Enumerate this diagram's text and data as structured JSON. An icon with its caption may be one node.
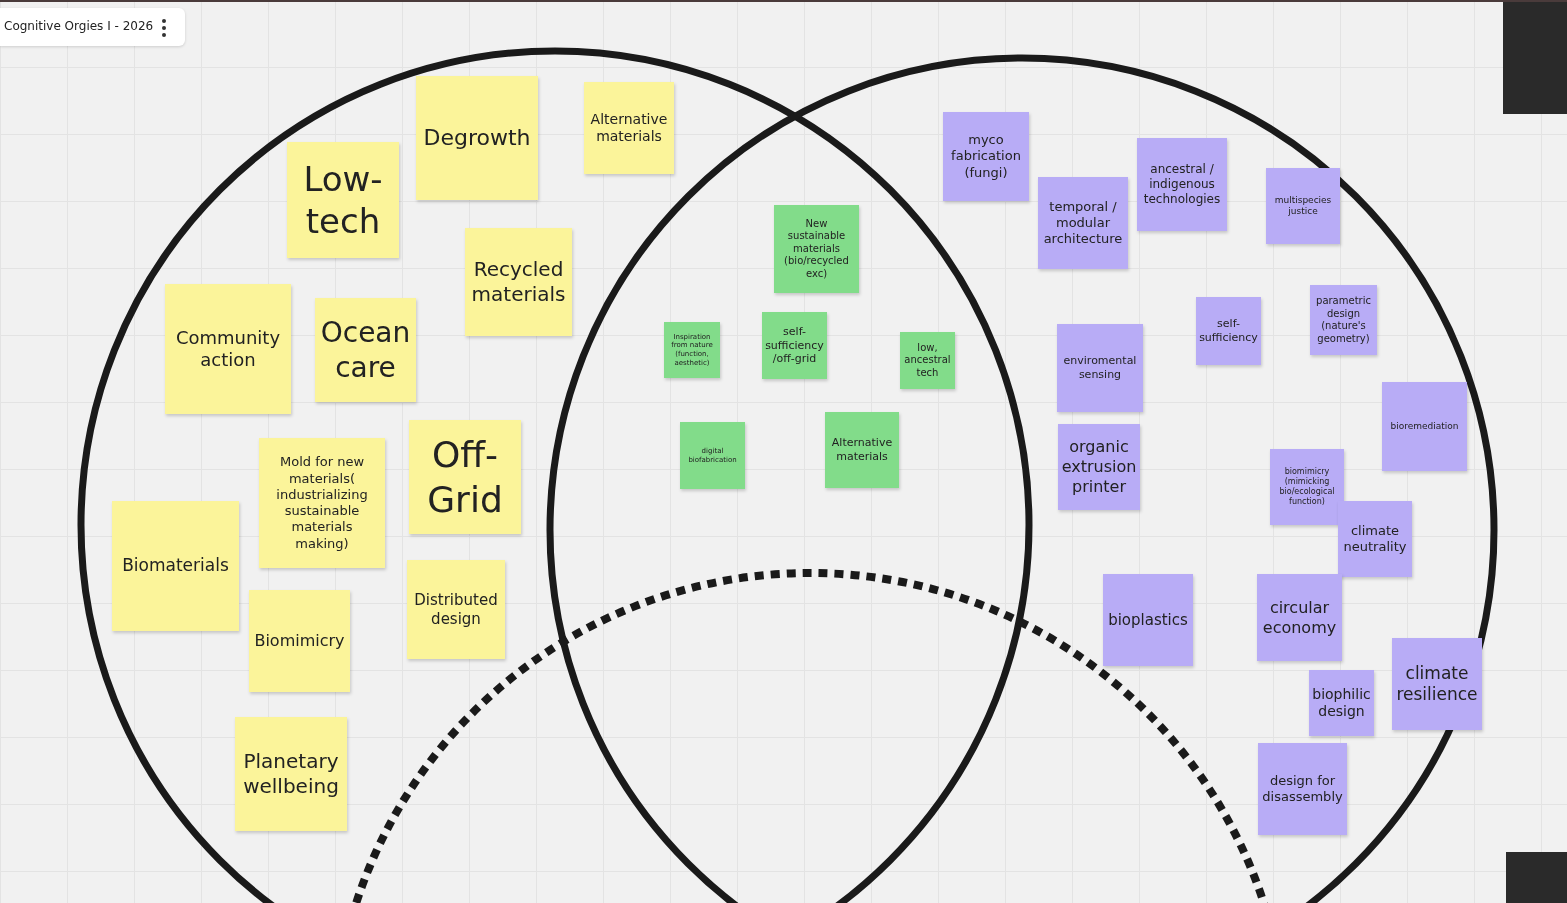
{
  "diagram": {
    "title": "Cognitive Orgies I - 2026",
    "nodes": [
      {
        "text": [
          "Degrowth"
        ]
      },
      {
        "text": [
          "Alternative materials"
        ]
      },
      {
        "text": [
          "Low-tech"
        ]
      },
      {
        "text": [
          "Recycled materials"
        ]
      },
      {
        "text": [
          "Community action"
        ]
      },
      {
        "text": [
          "Ocean care"
        ]
      },
      {
        "text": [
          "Off-Grid"
        ]
      },
      {
        "text": [
          "Mold for new materials( industrializing sustainable materials making)"
        ]
      },
      {
        "text": [
          "Biomaterials"
        ]
      },
      {
        "text": [
          "Distributed design"
        ]
      },
      {
        "text": [
          "Biomimicry"
        ]
      },
      {
        "text": [
          "Planetary wellbeing"
        ]
      },
      {
        "text": [
          "New sustainable materials (bio/recycled exc)"
        ]
      },
      {
        "text": [
          "Inspiration from nature (function, aesthetic)"
        ]
      },
      {
        "text": [
          "self-sufficiency /off-grid"
        ]
      },
      {
        "text": [
          "low, ancestral tech"
        ]
      },
      {
        "text": [
          "digital biofabrication"
        ]
      },
      {
        "text": [
          "Alternative materials"
        ]
      },
      {
        "text": [
          "myco fabrication (fungi)"
        ]
      },
      {
        "text": [
          "temporal / modular architecture"
        ]
      },
      {
        "text": [
          "ancestral / indigenous technologies"
        ]
      },
      {
        "text": [
          "multispecies justice"
        ]
      },
      {
        "text": [
          "self-sufficiency"
        ]
      },
      {
        "text": [
          "parametric design (nature's geometry)"
        ]
      },
      {
        "text": [
          "enviromental sensing"
        ]
      },
      {
        "text": [
          "bioremediation"
        ]
      },
      {
        "text": [
          "organic extrusion printer"
        ]
      },
      {
        "text": [
          "biomimicry (mimicking bio/ecological function)"
        ]
      },
      {
        "text": [
          "climate neutrality"
        ]
      },
      {
        "text": [
          "bioplastics"
        ]
      },
      {
        "text": [
          "circular economy"
        ]
      },
      {
        "text": [
          "biophilic design"
        ]
      },
      {
        "text": [
          "climate resilience"
        ]
      },
      {
        "text": [
          "design for disassembly"
        ]
      }
    ]
  }
}
